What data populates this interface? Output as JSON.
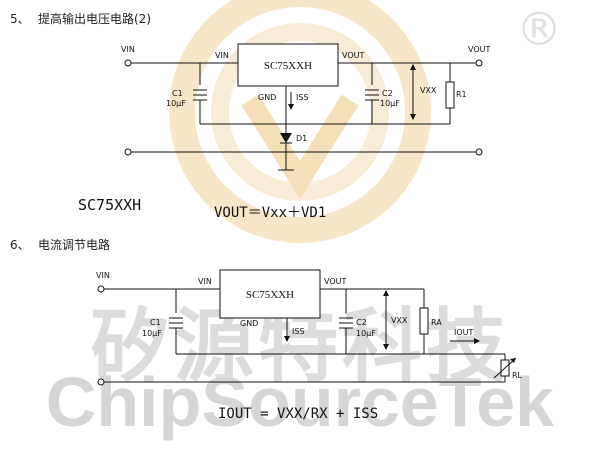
{
  "watermark": {
    "cn": "矽源特科技",
    "en": "ChipSourceTek",
    "registered": "®"
  },
  "section1": {
    "number": "5、",
    "title": "提高输出电压电路(2)",
    "part_label": "SC75XXH",
    "equation": "VOUT＝Vxx＋VD1",
    "ic": {
      "name": "SC75XXH",
      "vin": "VIN",
      "vout": "VOUT",
      "gnd": "GND"
    },
    "vin_label": "VIN",
    "vout_label": "VOUT",
    "c1": [
      "C1",
      "10µF"
    ],
    "c2": [
      "C2",
      "10µF"
    ],
    "iss": "ISS",
    "vxx": "VXX",
    "r1": "R1",
    "d1": "D1"
  },
  "section2": {
    "number": "6、",
    "title": "电流调节电路",
    "equation": "IOUT = VXX/RX + ISS",
    "ic": {
      "name": "SC75XXH",
      "vin": "VIN",
      "vout": "VOUT",
      "gnd": "GND"
    },
    "vin_label": "VIN",
    "c1": [
      "C1",
      "10µF"
    ],
    "c2": [
      "C2",
      "10µF"
    ],
    "iss": "ISS",
    "vxx": "VXX",
    "ra": "RA",
    "iout": "IOUT",
    "rl": "RL"
  }
}
